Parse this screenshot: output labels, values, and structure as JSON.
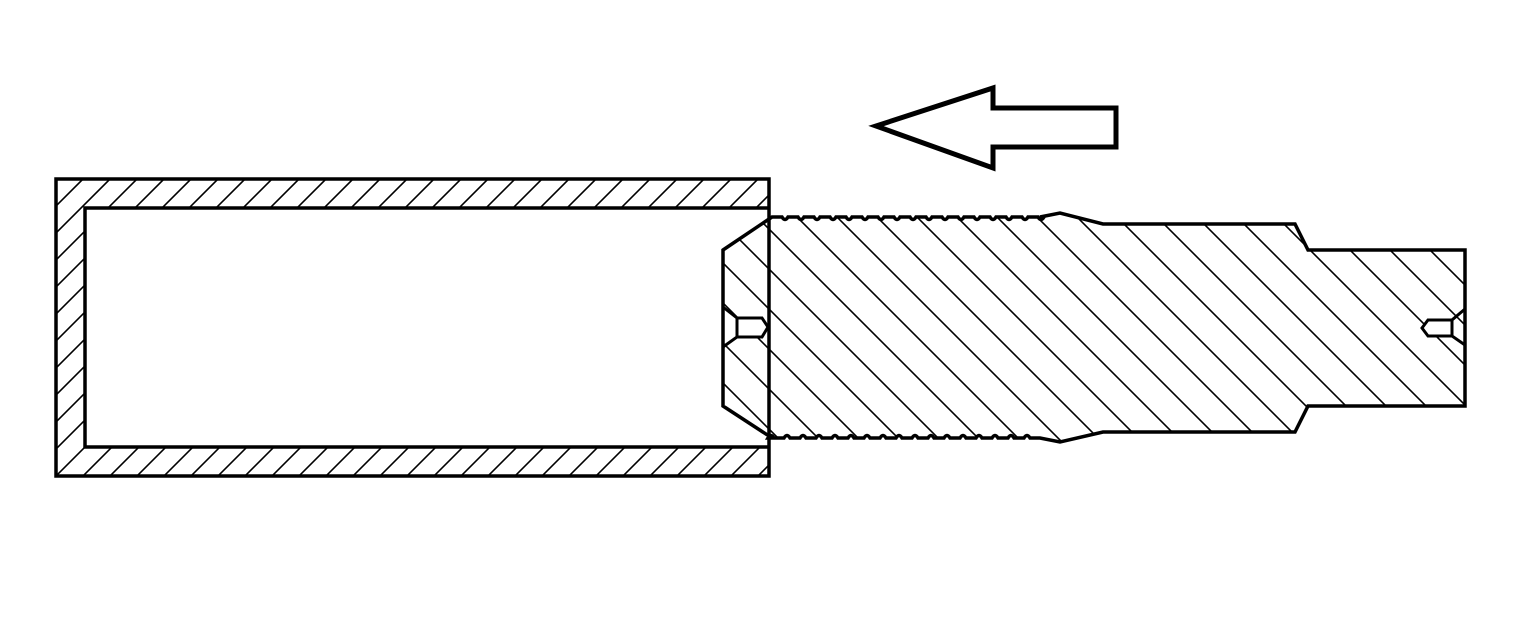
{
  "diagram": {
    "colors": {
      "stroke": "#000000",
      "background": "#ffffff"
    },
    "parts": [
      {
        "id": "tube",
        "kind": "sectioned hollow tube, closed left end"
      },
      {
        "id": "shaft",
        "kind": "sectioned stepped threaded shaft with center holes"
      },
      {
        "id": "arrow",
        "kind": "outline arrow pointing left",
        "direction": "left"
      }
    ]
  }
}
